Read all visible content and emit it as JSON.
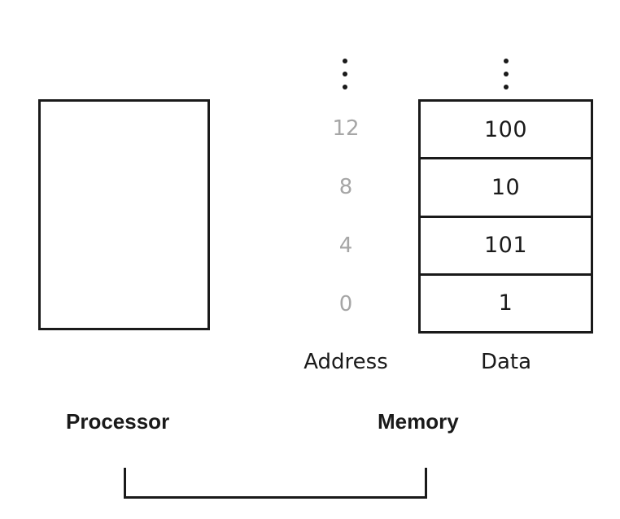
{
  "processor": {
    "label": "Processor"
  },
  "memory": {
    "label": "Memory",
    "address_label": "Address",
    "data_label": "Data",
    "rows": [
      {
        "address": "12",
        "data": "100"
      },
      {
        "address": "8",
        "data": "10"
      },
      {
        "address": "4",
        "data": "101"
      },
      {
        "address": "0",
        "data": "1"
      }
    ]
  },
  "colors": {
    "line": "#1a1a1a",
    "address_text": "#a6a6a6"
  }
}
